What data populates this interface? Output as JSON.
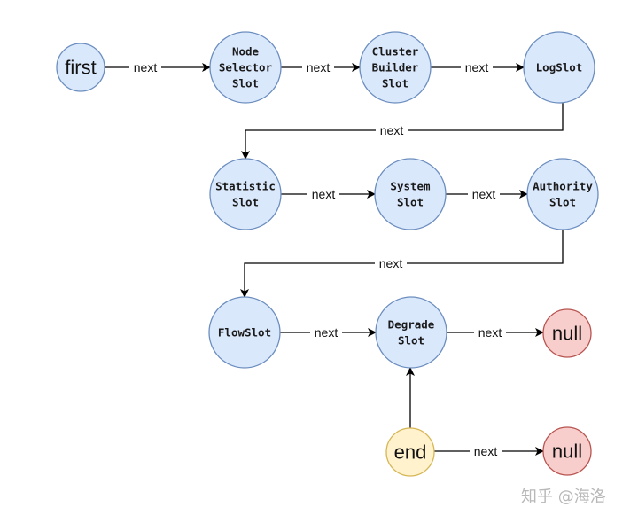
{
  "colors": {
    "blue_fill": "#dae8fc",
    "blue_stroke": "#6c8ebf",
    "red_fill": "#f8cecc",
    "red_stroke": "#b85450",
    "yellow_fill": "#fff2cc",
    "yellow_stroke": "#d6b656",
    "edge": "#000000"
  },
  "nodes": {
    "first": {
      "label": [
        "first"
      ],
      "style": "blue",
      "font": "sans"
    },
    "node_selector": {
      "label": [
        "Node",
        "Selector",
        "Slot"
      ],
      "style": "blue",
      "font": "mono"
    },
    "cluster_builder": {
      "label": [
        "Cluster",
        "Builder",
        "Slot"
      ],
      "style": "blue",
      "font": "mono"
    },
    "log_slot": {
      "label": [
        "LogSlot"
      ],
      "style": "blue",
      "font": "mono"
    },
    "statistic_slot": {
      "label": [
        "Statistic",
        "Slot"
      ],
      "style": "blue",
      "font": "mono"
    },
    "system_slot": {
      "label": [
        "System",
        "Slot"
      ],
      "style": "blue",
      "font": "mono"
    },
    "authority_slot": {
      "label": [
        "Authority",
        "Slot"
      ],
      "style": "blue",
      "font": "mono"
    },
    "flow_slot": {
      "label": [
        "FlowSlot"
      ],
      "style": "blue",
      "font": "mono"
    },
    "degrade_slot": {
      "label": [
        "Degrade",
        "Slot"
      ],
      "style": "blue",
      "font": "mono"
    },
    "null_1": {
      "label": [
        "null"
      ],
      "style": "red",
      "font": "sans"
    },
    "end": {
      "label": [
        "end"
      ],
      "style": "yellow",
      "font": "sans"
    },
    "null_2": {
      "label": [
        "null"
      ],
      "style": "red",
      "font": "sans"
    }
  },
  "edges": [
    {
      "from": "first",
      "to": "node_selector",
      "label": "next"
    },
    {
      "from": "node_selector",
      "to": "cluster_builder",
      "label": "next"
    },
    {
      "from": "cluster_builder",
      "to": "log_slot",
      "label": "next"
    },
    {
      "from": "log_slot",
      "to": "statistic_slot",
      "label": "next"
    },
    {
      "from": "statistic_slot",
      "to": "system_slot",
      "label": "next"
    },
    {
      "from": "system_slot",
      "to": "authority_slot",
      "label": "next"
    },
    {
      "from": "authority_slot",
      "to": "flow_slot",
      "label": "next"
    },
    {
      "from": "flow_slot",
      "to": "degrade_slot",
      "label": "next"
    },
    {
      "from": "degrade_slot",
      "to": "null_1",
      "label": "next"
    },
    {
      "from": "end",
      "to": "degrade_slot",
      "label": ""
    },
    {
      "from": "end",
      "to": "null_2",
      "label": "next"
    }
  ],
  "watermark": "知乎 @海洛"
}
